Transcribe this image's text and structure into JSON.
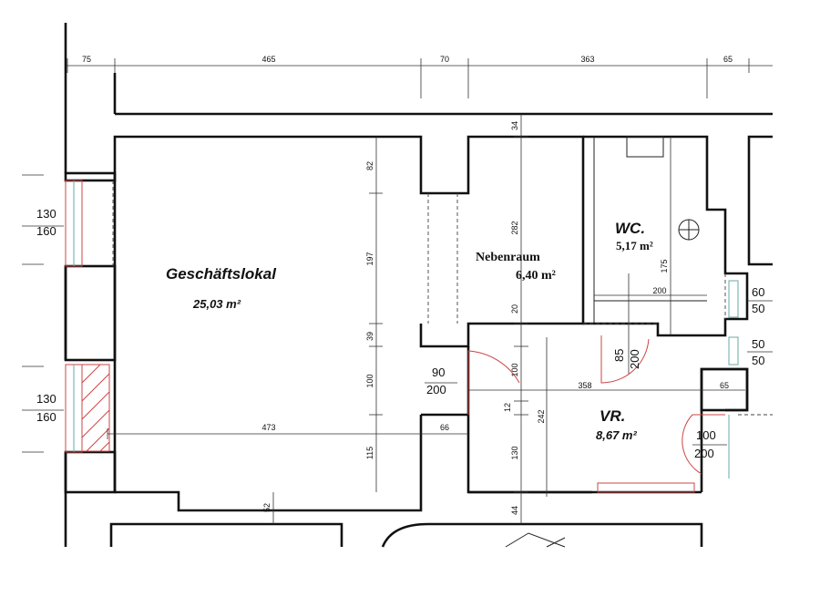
{
  "rooms": {
    "geschaeftslokal": {
      "name": "Geschäftslokal",
      "area": "25,03 m²"
    },
    "nebenraum": {
      "name": "Nebenraum",
      "area": "6,40 m²"
    },
    "wc": {
      "name": "WC.",
      "area": "5,17 m²"
    },
    "vr": {
      "name": "VR.",
      "area": "8,67 m²"
    }
  },
  "dimensions": {
    "top_75": "75",
    "top_465": "465",
    "top_70": "70",
    "top_363": "363",
    "top_65": "65",
    "v_82": "82",
    "v_197": "197",
    "v_39": "39",
    "v_100_left": "100",
    "v_115": "115",
    "h_473": "473",
    "h_66": "66",
    "v_52": "52",
    "v_34": "34",
    "v_282": "282",
    "v_20": "20",
    "v_100_mid": "100",
    "v_12": "12",
    "v_242": "242",
    "v_130": "130",
    "v_44": "44",
    "v_175": "175",
    "h_200": "200",
    "h_358": "358",
    "h_65": "65"
  },
  "openings": {
    "window_upper": {
      "width": "130",
      "height": "160"
    },
    "window_lower": {
      "width": "130",
      "height": "160"
    },
    "door_nebenraum": {
      "width": "90",
      "height": "200"
    },
    "door_wc": {
      "width": "85",
      "height": "200"
    },
    "door_vr": {
      "width": "100",
      "height": "200"
    },
    "right_upper": {
      "width": "60",
      "height": "50"
    },
    "right_lower": {
      "width": "50",
      "height": "50"
    }
  }
}
